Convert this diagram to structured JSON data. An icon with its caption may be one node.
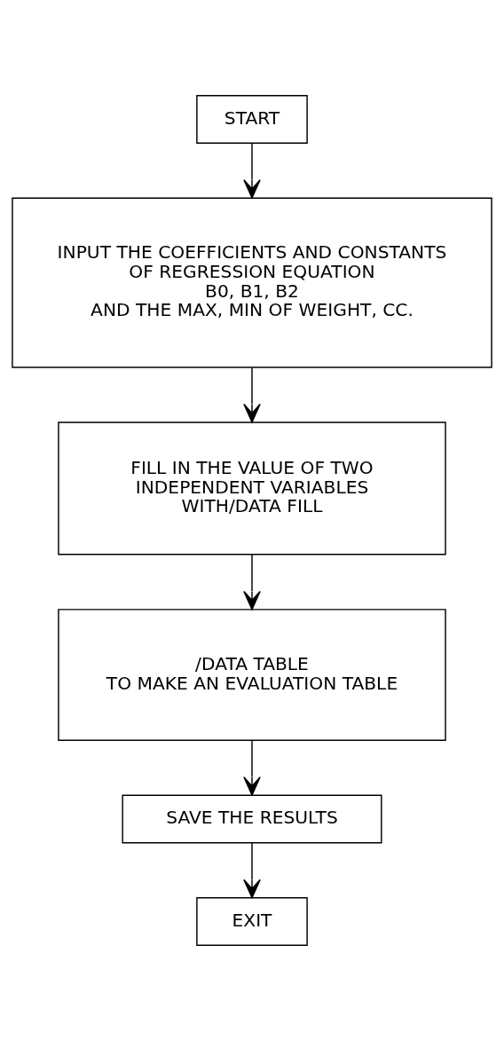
{
  "diagram": {
    "nodes": [
      {
        "text": [
          "START"
        ]
      },
      {
        "text": [
          "INPUT THE COEFFICIENTS AND CONSTANTS OF REGRESSION EQUATION",
          "B0, B1, B2",
          "AND THE MAX, MIN OF WEIGHT, CC."
        ]
      },
      {
        "text": [
          "FILL IN THE VALUE OF TWO INDEPENDENT VARIABLES WITH/DATA FILL"
        ]
      },
      {
        "text": [
          "/DATA TABLE",
          "TO MAKE AN EVALUATION TABLE"
        ]
      },
      {
        "text": [
          "SAVE THE RESULTS"
        ]
      },
      {
        "text": [
          "EXIT"
        ]
      }
    ],
    "edges": [
      {
        "from": 0,
        "to": 1,
        "arrow": "to"
      },
      {
        "from": 1,
        "to": 2,
        "arrow": "to"
      },
      {
        "from": 2,
        "to": 3,
        "arrow": "to"
      },
      {
        "from": 3,
        "to": 4,
        "arrow": "to"
      },
      {
        "from": 4,
        "to": 5,
        "arrow": "to"
      }
    ]
  }
}
